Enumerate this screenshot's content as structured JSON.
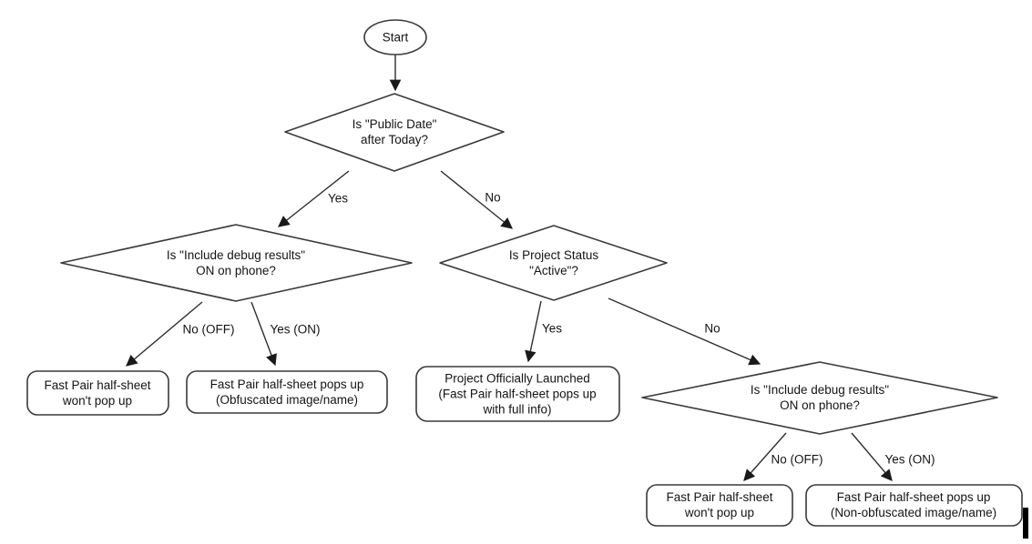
{
  "canvas": {
    "background": "#ffffff",
    "shape_stroke": "#3a3a3a",
    "line_stroke": "#2e2e2e",
    "text_color": "#141414"
  },
  "nodes": {
    "start": {
      "label": "Start"
    },
    "public_date_decision": {
      "line1": "Is \"Public Date\"",
      "line2": "after Today?"
    },
    "debug_left_decision": {
      "line1": "Is \"Include debug results\"",
      "line2": "ON on phone?"
    },
    "project_status_decision": {
      "line1": "Is Project Status",
      "line2": "\"Active\"?"
    },
    "debug_right_decision": {
      "line1": "Is \"Include debug results\"",
      "line2": "ON on phone?"
    },
    "no_popup_left_result": {
      "line1": "Fast Pair half-sheet",
      "line2": "won't pop up"
    },
    "obfuscated_result": {
      "line1": "Fast Pair half-sheet pops up",
      "line2": "(Obfuscated image/name)"
    },
    "launched_result": {
      "line1": "Project Officially Launched",
      "line2": "(Fast Pair half-sheet pops up",
      "line3": "with full info)"
    },
    "no_popup_right_result": {
      "line1": "Fast Pair half-sheet",
      "line2": "won't pop up"
    },
    "non_obfuscated_result": {
      "line1": "Fast Pair half-sheet pops up",
      "line2": "(Non-obfuscated image/name)"
    }
  },
  "edge_labels": {
    "d1_yes": "Yes",
    "d1_no": "No",
    "d2_no_off": "No (OFF)",
    "d2_yes_on": "Yes (ON)",
    "d3_yes": "Yes",
    "d3_no": "No",
    "d4_no_off": "No (OFF)",
    "d4_yes_on": "Yes (ON)"
  }
}
